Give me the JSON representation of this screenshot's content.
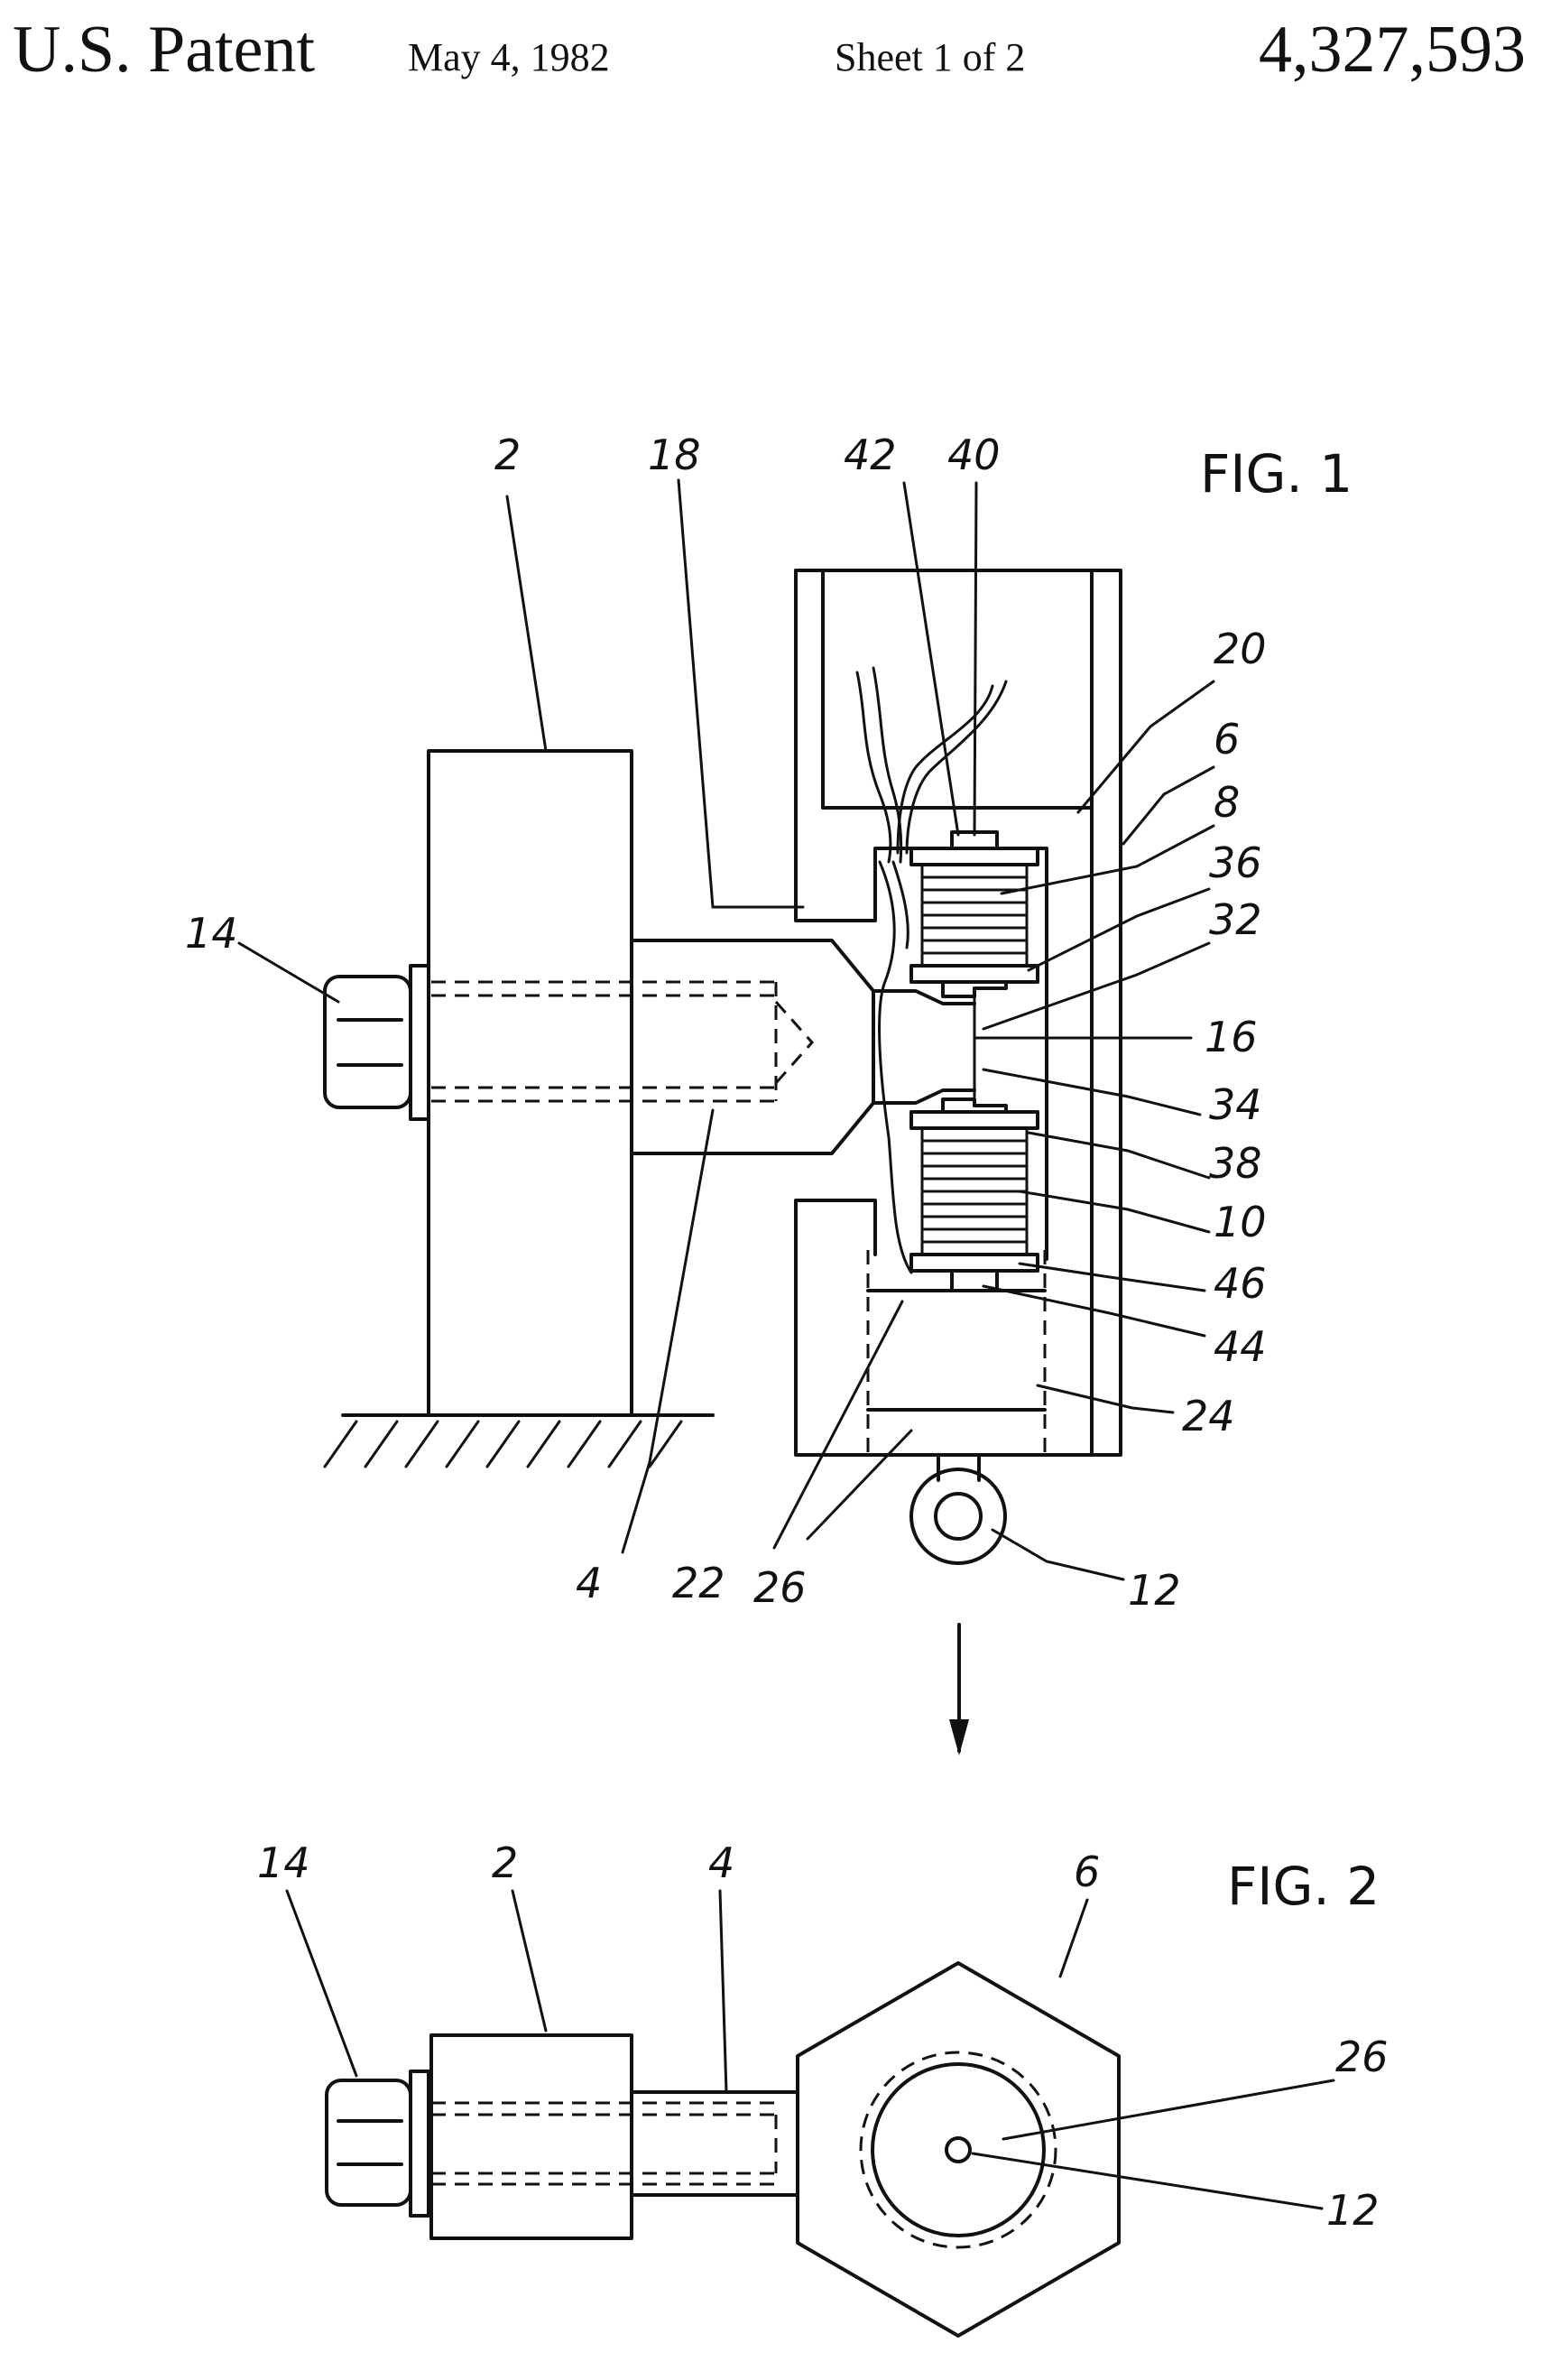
{
  "header": {
    "title": "U.S. Patent",
    "date": "May 4, 1982",
    "sheet": "Sheet 1 of 2",
    "patent_number": "4,327,593"
  },
  "figures": {
    "fig1": {
      "title": "FIG. 1",
      "labels": {
        "l2": "2",
        "l18": "18",
        "l42": "42",
        "l40": "40",
        "l20": "20",
        "l6": "6",
        "l8": "8",
        "l36": "36",
        "l14": "14",
        "l32": "32",
        "l16": "16",
        "l34": "34",
        "l38": "38",
        "l10": "10",
        "l46": "46",
        "l44": "44",
        "l24": "24",
        "l4": "4",
        "l22": "22",
        "l26": "26",
        "l12": "12"
      }
    },
    "fig2": {
      "title": "FIG. 2",
      "labels": {
        "l14": "14",
        "l2": "2",
        "l4": "4",
        "l6": "6",
        "l26": "26",
        "l12": "12"
      }
    }
  }
}
